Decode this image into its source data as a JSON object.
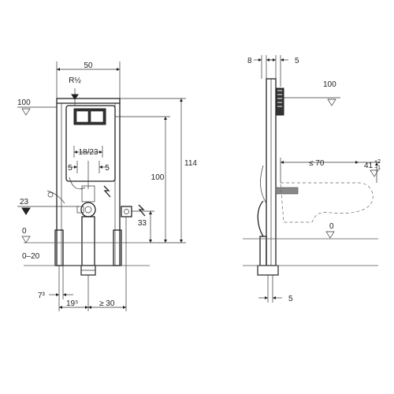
{
  "front": {
    "width_50": "50",
    "inlet": "R½",
    "level_100": "100",
    "spacing_18_23": "18/23",
    "offset_left_5": "5",
    "offset_right_5": "5",
    "level_23": "23",
    "level_0": "0",
    "range_0_20": "0–20",
    "height_114": "114",
    "height_100": "100",
    "height_33": "33",
    "dim_7": "7³",
    "dim_19": "19⁵",
    "dim_30": "≥ 30"
  },
  "side": {
    "depth_8": "8",
    "depth_5_top": "5",
    "level_100": "100",
    "reach_70": "≤ 70",
    "height_41": "41",
    "tolerance_plus": "+2",
    "tolerance_minus": "−1",
    "level_0": "0",
    "depth_5_bottom": "5"
  },
  "icons": [
    "electrical-symbol-icon",
    "electrical-symbol-icon",
    "water-inlet-icon",
    "level-marker-icon"
  ]
}
